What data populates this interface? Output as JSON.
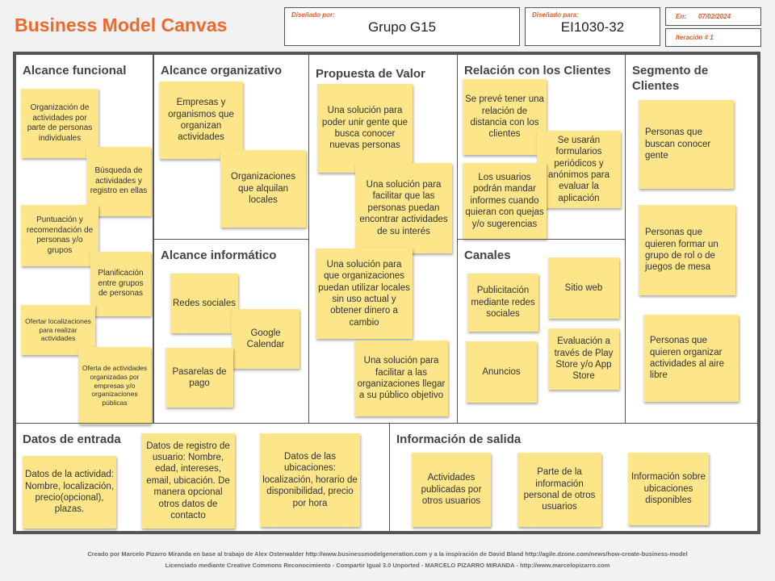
{
  "header": {
    "title": "Business Model Canvas",
    "designed_by_label": "Diseñado por:",
    "designed_by_value": "Grupo G15",
    "designed_for_label": "Diseñado para:",
    "designed_for_value": "EI1030-32",
    "date_label": "En:",
    "date_value": "07/02/2024",
    "iteration_label": "Iteración # 1"
  },
  "sections": {
    "alcance_funcional": {
      "title": "Alcance funcional",
      "notes": [
        "Organización de actividades por parte de personas individuales",
        "Búsqueda de actividades y registro en ellas",
        "Puntuación y recomendación de personas y/o grupos",
        "Planificación entre grupos de personas",
        "Ofertar localizaciones para realizar actividades",
        "Oferta de actividades organizadas por empresas y/o organizaciones públicas"
      ]
    },
    "alcance_organizativo": {
      "title": "Alcance organizativo",
      "notes": [
        "Empresas y organismos que organizan actividades",
        "Organizaciones que alquilan locales"
      ]
    },
    "alcance_informatico": {
      "title": "Alcance informático",
      "notes": [
        "Redes sociales",
        "Google Calendar",
        "Pasarelas de pago"
      ]
    },
    "propuesta_valor": {
      "title": "Propuesta de Valor",
      "notes": [
        "Una solución para poder unir gente que busca conocer nuevas personas",
        "Una solución para facilitar que las personas puedan encontrar actividades de su interés",
        "Una solución para que organizaciones puedan utilizar locales sin uso actual y obtener dinero a cambio",
        "Una solución para facilitar a las organizaciones llegar a su público objetivo"
      ]
    },
    "relacion_clientes": {
      "title": "Relación con los Clientes",
      "notes": [
        "Se prevé tener una relación de distancia con los clientes",
        "Se usarán formularios periódicos y anónimos para evaluar la aplicación",
        "Los usuarios podrán mandar informes cuando quieran con quejas y/o sugerencias"
      ]
    },
    "canales": {
      "title": "Canales",
      "notes": [
        "Publicitación mediante redes sociales",
        "Sitio web",
        "Evaluación a través de Play Store y/o App Store",
        "Anuncios"
      ]
    },
    "segmento_clientes": {
      "title": "Segmento de Clientes",
      "notes": [
        "Personas que buscan conocer gente",
        "Personas que quieren formar un grupo de rol o de juegos de mesa",
        "Personas que quieren organizar actividades al aire libre"
      ]
    },
    "datos_entrada": {
      "title": "Datos de entrada",
      "notes": [
        "Datos de la actividad: Nombre, localización, precio(opcional), plazas.",
        "Datos de registro de usuario: Nombre, edad, intereses, email, ubicación. De manera opcional otros datos de contacto",
        "Datos de las ubicaciones: localización, horario de disponibilidad, precio por hora"
      ]
    },
    "informacion_salida": {
      "title": "Información de salida",
      "notes": [
        "Actividades publicadas por otros usuarios",
        "Parte de la información personal de otros usuarios",
        "Información sobre ubicaciones disponibles"
      ]
    }
  },
  "footer": {
    "line1": "Creado por Marcelo Pizarro Miranda en base al trabajo de Alex Osterwalder http://www.businessmodelgeneration.com y a la inspiración de David Bland http://agile.dzone.com/news/how-create-business-model",
    "line2": "Licenciado mediante Creative Commons Reconocimiento - Compartir Igual 3.0 Unported - MARCELO PIZARRO MIRANDA - http://www.marcelopizarro.com"
  },
  "colors": {
    "title": "#ec6a2c",
    "labels": "#e25a2a",
    "sticky_note": "#fde58a",
    "border": "#555555"
  }
}
